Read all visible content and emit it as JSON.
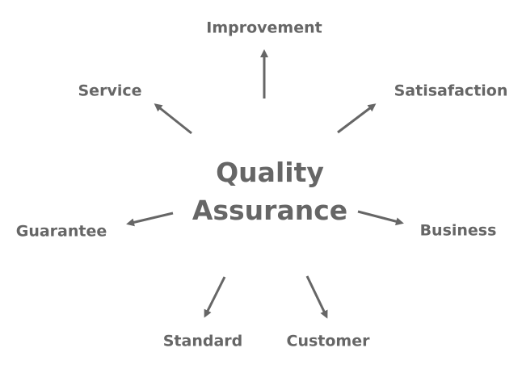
{
  "diagram": {
    "center": {
      "line1": "Quality",
      "line2": "Assurance"
    },
    "nodes": [
      {
        "id": "improvement",
        "label": "Improvement"
      },
      {
        "id": "service",
        "label": "Service"
      },
      {
        "id": "satisfaction",
        "label": "Satisafaction"
      },
      {
        "id": "guarantee",
        "label": "Guarantee"
      },
      {
        "id": "business",
        "label": "Business"
      },
      {
        "id": "standard",
        "label": "Standard"
      },
      {
        "id": "customer",
        "label": "Customer"
      }
    ],
    "colors": {
      "text": "#666666",
      "arrow": "#666666",
      "background": "#ffffff"
    }
  }
}
